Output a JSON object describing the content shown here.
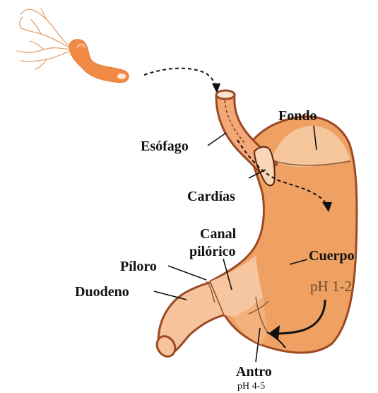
{
  "colors": {
    "stomach_fill": "#eea163",
    "fundus_fill": "#f6c79c",
    "pyloric_fill": "#f5c6a0",
    "duodenum_fill": "#f6c39c",
    "outline": "#9b4a22",
    "bacterium_body": "#f08a44",
    "flagella": "#e7a06c",
    "arrow": "#111111",
    "label_text": "#111111",
    "ph_text": "#6b4a2e"
  },
  "labels": {
    "fondo": "Fondo",
    "esofago": "Esófago",
    "cardias": "Cardías",
    "canal_line1": "Canal",
    "canal_line2": "pilórico",
    "piloro": "Píloro",
    "cuerpo": "Cuerpo",
    "cuerpo_ph": "pH 1-2",
    "duodeno": "Duodeno",
    "antro": "Antro",
    "antro_ph": "pH 4-5"
  }
}
